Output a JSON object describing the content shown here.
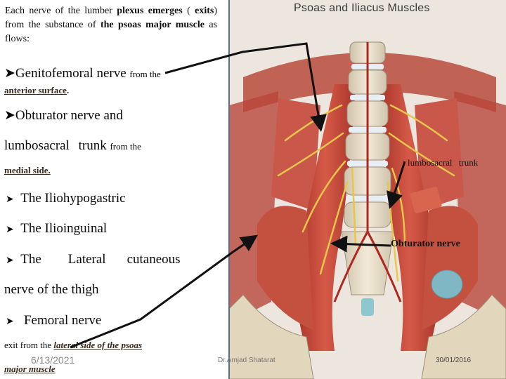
{
  "illustration": {
    "title": "Psoas and Iliacus Muscles"
  },
  "intro": {
    "part1": "Each nerve of the lumber ",
    "part2": "plexus emerges",
    "part3": " ( ",
    "part4": "exits",
    "part5": ") from the substance of ",
    "part6": "the psoas major muscle",
    "part7": " as flows:"
  },
  "items": {
    "genitofemoral": {
      "title": "Genitofemoral nerve",
      "from": "from the",
      "location": "anterior surface",
      "period": "."
    },
    "obturator": {
      "title": "Obturator nerve and",
      "line2": "lumbosacral trunk",
      "from": "from the",
      "location": "medial side."
    },
    "iliohypogastric": "The Iliohypogastric",
    "ilioinguinal": "The Ilioinguinal",
    "lateral": {
      "w1": "The",
      "w2": "Lateral",
      "w3": "cutaneous",
      "line2": "nerve of the thigh"
    },
    "femoral": {
      "title": "Femoral nerve",
      "exit": "exit from the ",
      "location1": "lateral side of the psoas",
      "location2": "major muscle"
    }
  },
  "labels": {
    "lumbosacral": "lumbosacral trunk",
    "obturator": "Obturator nerve"
  },
  "footer": {
    "date": "6/13/2021",
    "author": "Dr.Amjad Shatarat",
    "date2": "30/01/2016"
  },
  "colors": {
    "muscle": "#c0473a",
    "bone": "#e8dcc4",
    "nerve": "#e8c64a",
    "border": "#5b6b8c"
  }
}
